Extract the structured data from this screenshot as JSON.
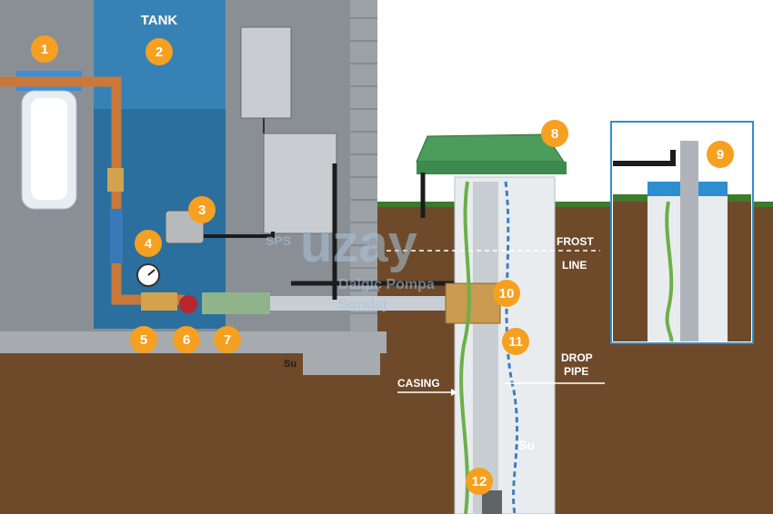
{
  "labels": {
    "tank": "TANK",
    "frost": "FROST",
    "line": "LINE",
    "drop": "DROP",
    "pipe": "PIPE",
    "casing": "CASING",
    "su_floor": "Su",
    "su_well": "Su"
  },
  "watermark": {
    "brand": "uzay",
    "sub1": "Dalgıç Pompa",
    "sub2": "Sondaj",
    "mark": "SPS"
  },
  "markers": [
    "1",
    "2",
    "3",
    "4",
    "5",
    "6",
    "7",
    "8",
    "9",
    "10",
    "11",
    "12"
  ],
  "colors": {
    "marker": "#f6a021",
    "tank": "#2a6f9e",
    "wall": "#8a8f95",
    "soil": "#6e4a2a",
    "grass": "#3d7a2c",
    "copper": "#c9783a",
    "cap": "#4c9c5c",
    "inset_border": "#2e8fd0"
  }
}
